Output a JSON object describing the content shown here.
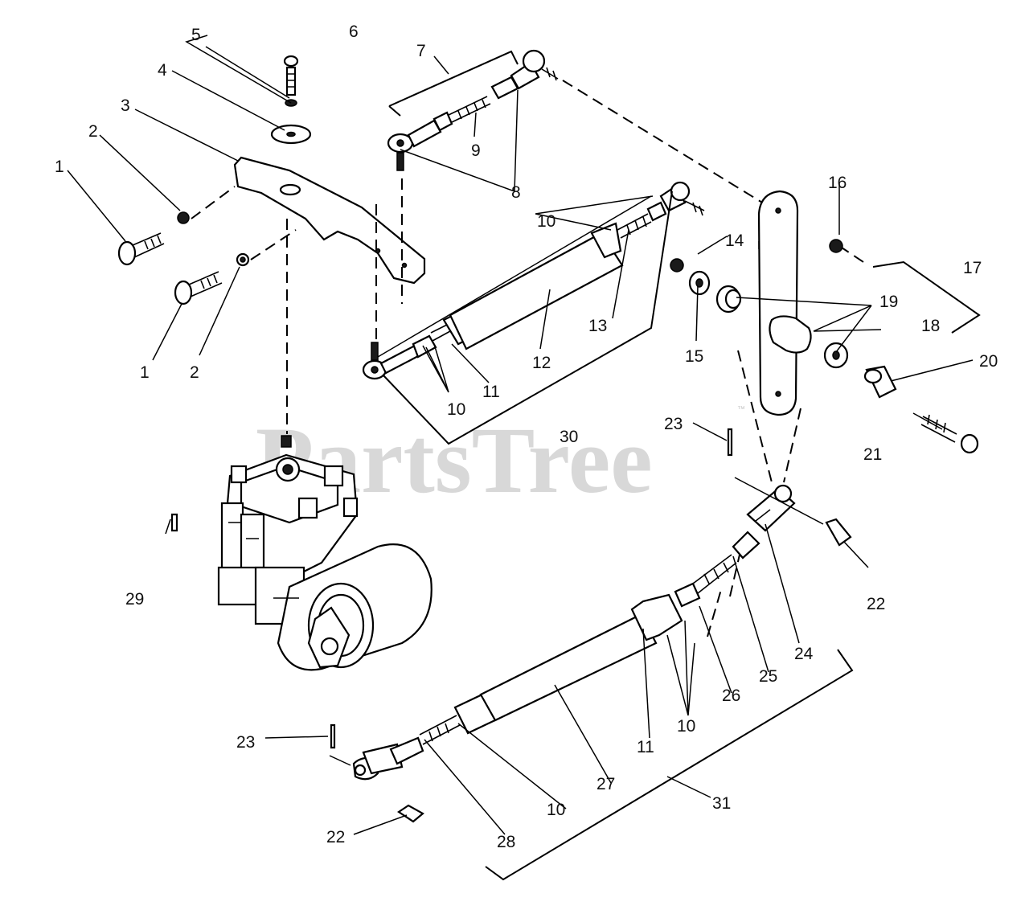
{
  "watermark": {
    "text": "PartsTree",
    "tm": "™"
  },
  "callouts": [
    {
      "id": "c1a",
      "text": "1"
    },
    {
      "id": "c2a",
      "text": "2"
    },
    {
      "id": "c3",
      "text": "3"
    },
    {
      "id": "c4",
      "text": "4"
    },
    {
      "id": "c5",
      "text": "5"
    },
    {
      "id": "c6",
      "text": "6"
    },
    {
      "id": "c7",
      "text": "7"
    },
    {
      "id": "c9",
      "text": "9"
    },
    {
      "id": "c8",
      "text": "8"
    },
    {
      "id": "c10a",
      "text": "10"
    },
    {
      "id": "c1b",
      "text": "1"
    },
    {
      "id": "c2b",
      "text": "2"
    },
    {
      "id": "c16",
      "text": "16"
    },
    {
      "id": "c14",
      "text": "14"
    },
    {
      "id": "c17",
      "text": "17"
    },
    {
      "id": "c19",
      "text": "19"
    },
    {
      "id": "c13",
      "text": "13"
    },
    {
      "id": "c18",
      "text": "18"
    },
    {
      "id": "c12",
      "text": "12"
    },
    {
      "id": "c15",
      "text": "15"
    },
    {
      "id": "c20",
      "text": "20"
    },
    {
      "id": "c11a",
      "text": "11"
    },
    {
      "id": "c10b",
      "text": "10"
    },
    {
      "id": "c30",
      "text": "30"
    },
    {
      "id": "c23a",
      "text": "23"
    },
    {
      "id": "c21",
      "text": "21"
    },
    {
      "id": "c29",
      "text": "29"
    },
    {
      "id": "c22a",
      "text": "22"
    },
    {
      "id": "c24",
      "text": "24"
    },
    {
      "id": "c25",
      "text": "25"
    },
    {
      "id": "c26",
      "text": "26"
    },
    {
      "id": "c10c",
      "text": "10"
    },
    {
      "id": "c11b",
      "text": "11"
    },
    {
      "id": "c23b",
      "text": "23"
    },
    {
      "id": "c27",
      "text": "27"
    },
    {
      "id": "c10d",
      "text": "10"
    },
    {
      "id": "c31",
      "text": "31"
    },
    {
      "id": "c22b",
      "text": "22"
    },
    {
      "id": "c28",
      "text": "28"
    }
  ]
}
